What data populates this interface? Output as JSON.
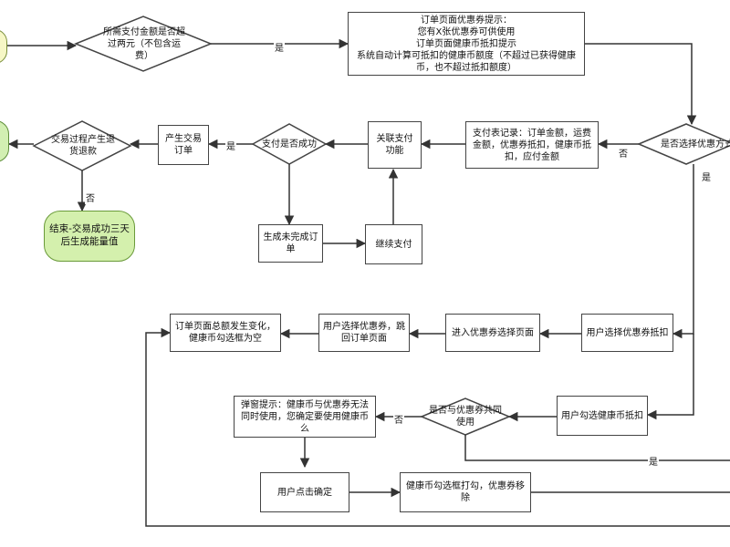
{
  "nodes": {
    "start_left": "",
    "left_mid": "",
    "decision_amount": "所需支付金额是否超过两元（不包含运费）",
    "order_page_tip": "订单页面优惠券提示：\n您有X张优惠券可供使用\n订单页面健康币抵扣提示\n系统自动计算可抵扣的健康币额度（不超过已获得健康币，也不超过抵扣额度）",
    "decision_coupon": "是否选择优惠方式",
    "pay_record": "支付表记录：订单金额，运费金额，优惠券抵扣，健康币抵扣，应付金额",
    "link_pay": "关联支付功能",
    "decision_pay_success": "支付是否成功",
    "create_trade_order": "产生交易订单",
    "decision_refund": "交易过程产生退货退款",
    "end_node": "结束-交易成功三天后生成能量值",
    "unfinished_order": "生成未完成订单",
    "continue_pay": "继续支付",
    "user_select_coupon": "用户选择优惠券抵扣",
    "enter_coupon_page": "进入优惠券选择页面",
    "coupon_back_order": "用户选择优惠券，跳回订单页面",
    "order_total_change": "订单页面总额发生变化，健康币勾选框为空",
    "user_check_coin": "用户勾选健康币抵扣",
    "decision_both": "是否与优惠券共同使用",
    "popup_tip": "弹窗提示：健康币与优惠券无法同时使用，您确定要使用健康币么",
    "user_confirm": "用户点击确定",
    "coin_checked": "健康币勾选框打勾，优惠券移除"
  },
  "edge_labels": {
    "yes_amount": "是",
    "no_coupon": "否",
    "yes_coupon": "是",
    "yes_pay": "是",
    "no_refund": "否",
    "no_both": "否",
    "yes_both": "是"
  }
}
